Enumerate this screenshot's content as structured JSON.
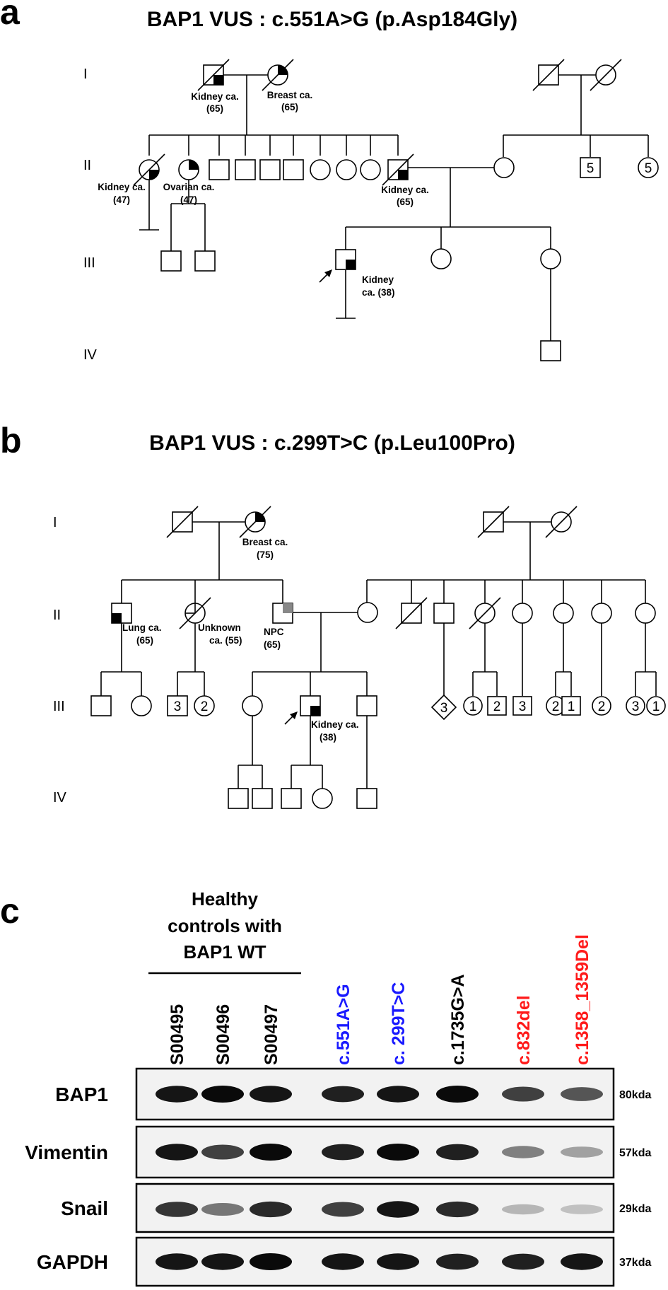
{
  "panel_a": {
    "letter": "a",
    "title": "BAP1 VUS : c.551A>G (p.Asp184Gly)",
    "generations": [
      "I",
      "II",
      "III",
      "IV"
    ],
    "labels": {
      "i1_name": "Kidney ca.",
      "i1_age": "(65)",
      "i2_name": "Breast ca.",
      "i2_age": "(65)",
      "ii1_name": "Kidney ca.",
      "ii1_age": "(47)",
      "ii2_name": "Ovarian ca.",
      "ii2_age": "(47)",
      "ii9_name": "Kidney ca.",
      "ii9_age": "(65)",
      "proband_name": "Kidney",
      "proband_age": "ca. (38)"
    },
    "counts": {
      "brothers": "5",
      "sisters": "5"
    }
  },
  "panel_b": {
    "letter": "b",
    "title": "BAP1 VUS : c.299T>C (p.Leu100Pro)",
    "generations": [
      "I",
      "II",
      "III",
      "IV"
    ],
    "labels": {
      "i2_name": "Breast ca.",
      "i2_age": "(75)",
      "ii1_name": "Lung ca.",
      "ii1_age": "(65)",
      "ii2_name": "Unknown",
      "ii2_age": "ca. (55)",
      "ii3_name": "NPC",
      "ii3_age": "(65)",
      "proband_name": "Kidney ca.",
      "proband_age": "(38)"
    },
    "counts": {
      "c1": "3",
      "c2": "2",
      "c3": "3",
      "c4": "1",
      "c5": "2",
      "c6": "3",
      "c7": "2",
      "c8": "1",
      "c9": "2",
      "c10": "3",
      "c11": "1"
    }
  },
  "panel_c": {
    "letter": "c",
    "header": [
      "Healthy",
      "controls with",
      "BAP1 WT"
    ],
    "lanes": [
      {
        "label": "S00495",
        "color": "#000000"
      },
      {
        "label": "S00496",
        "color": "#000000"
      },
      {
        "label": "S00497",
        "color": "#000000"
      },
      {
        "label": "c.551A>G",
        "color": "#1a1aff"
      },
      {
        "label": "c. 299T>C",
        "color": "#1a1aff"
      },
      {
        "label": "c.1735G>A",
        "color": "#000000"
      },
      {
        "label": "c.832del",
        "color": "#ff1a1a"
      },
      {
        "label": "c.1358_1359Del",
        "color": "#ff1a1a"
      }
    ],
    "blots": [
      {
        "protein": "BAP1",
        "size": "80kda"
      },
      {
        "protein": "Vimentin",
        "size": "57kda"
      },
      {
        "protein": "Snail",
        "size": "29kda"
      },
      {
        "protein": "GAPDH",
        "size": "37kda"
      }
    ]
  }
}
